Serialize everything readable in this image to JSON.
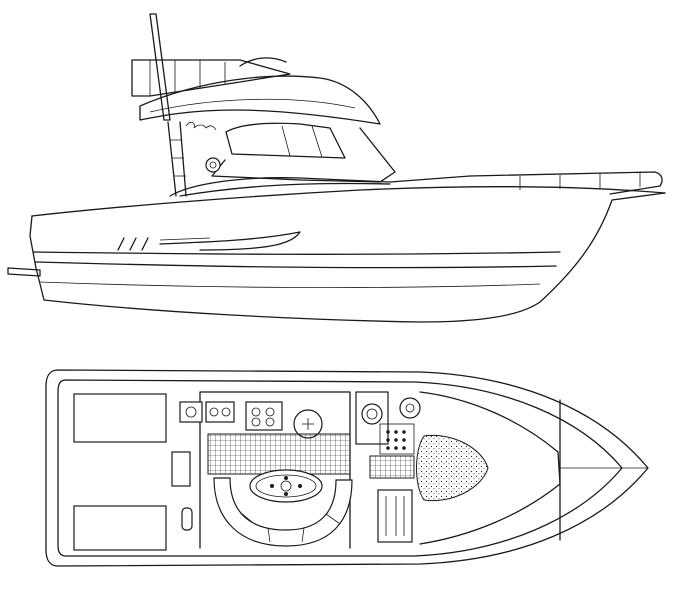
{
  "drawing": {
    "views": [
      {
        "view": "side-profile"
      },
      {
        "view": "deck-plan"
      }
    ],
    "colors": {
      "line": "#1a1a1a",
      "background": "#ffffff"
    },
    "hull_script_logo": "signature"
  }
}
